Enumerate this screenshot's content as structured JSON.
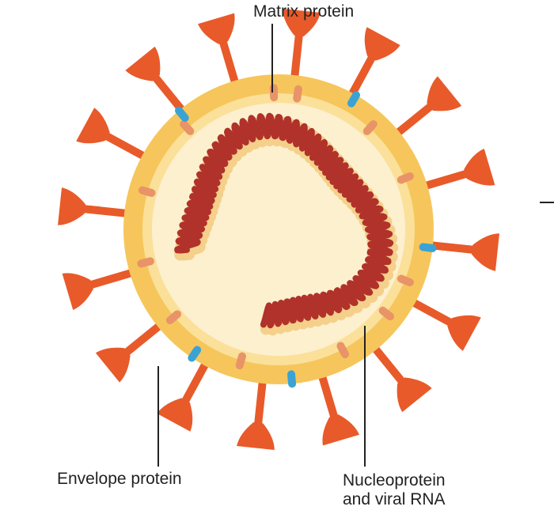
{
  "labels": {
    "matrix_protein": "Matrix protein",
    "envelope_protein": "Envelope protein",
    "nucleoprotein_line1": "Nucleoprotein",
    "nucleoprotein_line2": "and viral RNA"
  },
  "colors": {
    "spike": "#e85a2a",
    "envelope_outer": "#f6c65c",
    "envelope_inner": "#fbe09a",
    "interior": "#fdf0cf",
    "matrix_protein": "#e89468",
    "envelope_protein": "#3aa3d4",
    "rna": "#b0322b",
    "rna_shadow": "#f4d08a",
    "leader_line": "#222222"
  },
  "icons": {
    "spike": "glycoprotein-spike-icon",
    "envelope_protein": "envelope-protein-icon",
    "matrix_protein": "matrix-protein-icon"
  }
}
